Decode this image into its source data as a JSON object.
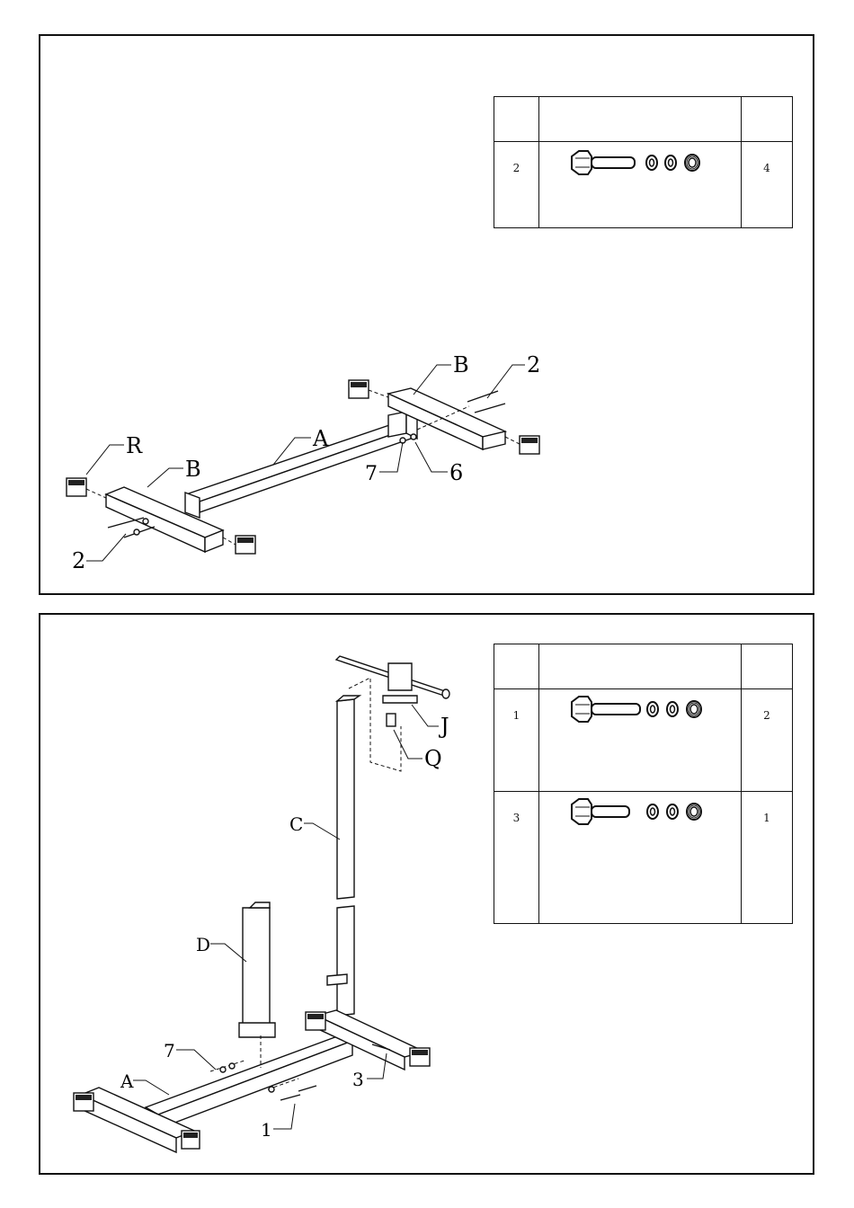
{
  "step1": {
    "hardware": [
      {
        "qty_left": "2",
        "qty_right": "4"
      }
    ],
    "callouts": {
      "b_top": "B",
      "bolt_top": "2",
      "r": "R",
      "a": "A",
      "b_left": "B",
      "washer": "7",
      "nut": "6",
      "bolt_bottom": "2"
    }
  },
  "step2": {
    "hardware": [
      {
        "qty_left": "1",
        "qty_right": "2"
      },
      {
        "qty_left": "3",
        "qty_right": "1"
      }
    ],
    "callouts": {
      "j": "J",
      "q": "Q",
      "c": "C",
      "d": "D",
      "washer": "7",
      "a": "A",
      "bolt3": "3",
      "bolt1": "1"
    }
  }
}
